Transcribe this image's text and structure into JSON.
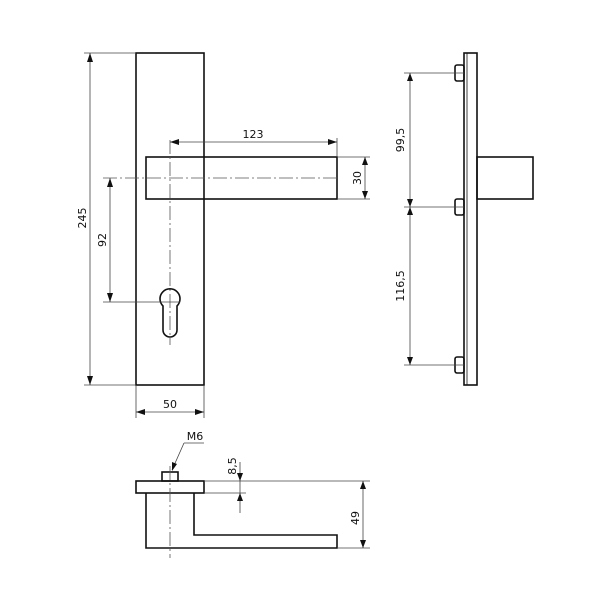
{
  "drawing": {
    "front_view": {
      "overall_height": "245",
      "plate_width": "50",
      "handle_length": "123",
      "handle_width": "30",
      "spindle_to_cylinder": "92"
    },
    "side_view": {
      "upper_spacing": "99,5",
      "lower_spacing": "116,5"
    },
    "top_view": {
      "thread": "M6",
      "rose_thickness": "8,5",
      "handle_projection": "49"
    }
  }
}
